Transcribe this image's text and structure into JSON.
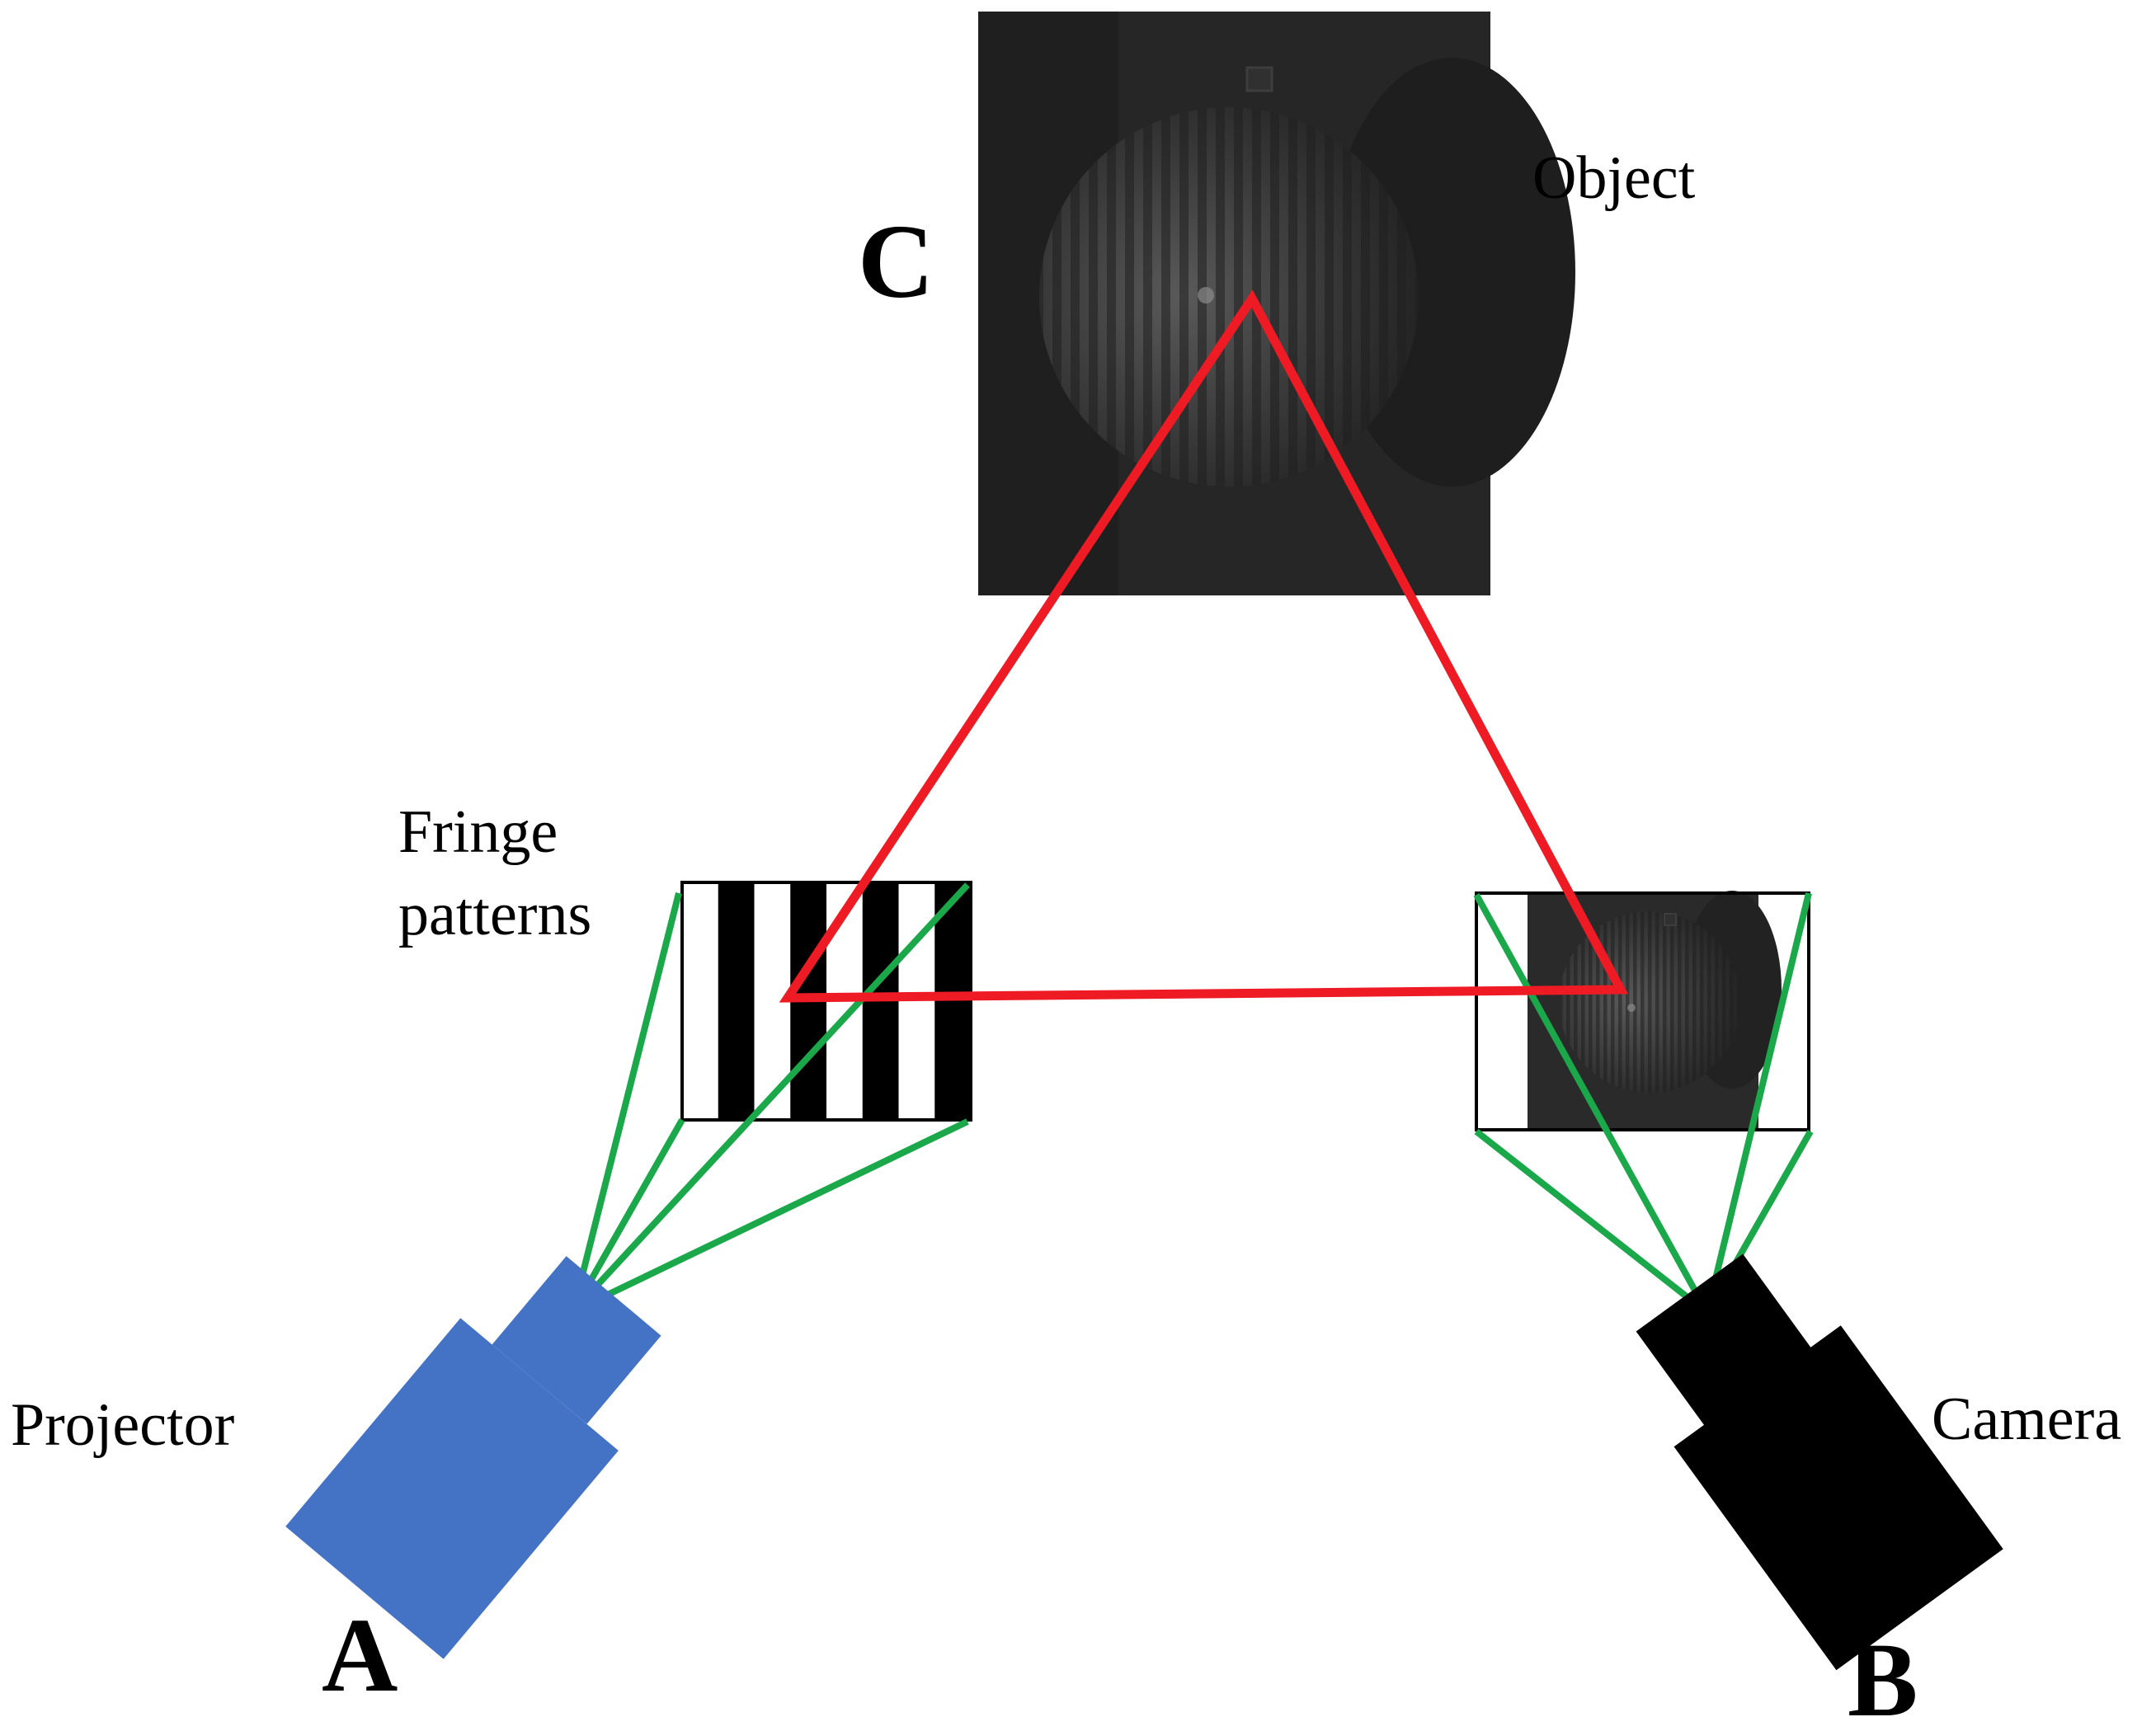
{
  "labels": {
    "object": "Object",
    "fringe_line1": "Fringe",
    "fringe_line2": "patterns",
    "projector": "Projector",
    "camera": "Camera",
    "point_a": "A",
    "point_b": "B",
    "point_c": "C"
  },
  "colors": {
    "triangle": "#ee1b24",
    "rays": "#1aa84a",
    "projector": "#4472c4",
    "camera": "#000000",
    "object_bg": "#262626"
  },
  "fringe": {
    "stripe_count": 8
  },
  "icons": {
    "projector": "projector-icon",
    "camera": "camera-icon"
  }
}
